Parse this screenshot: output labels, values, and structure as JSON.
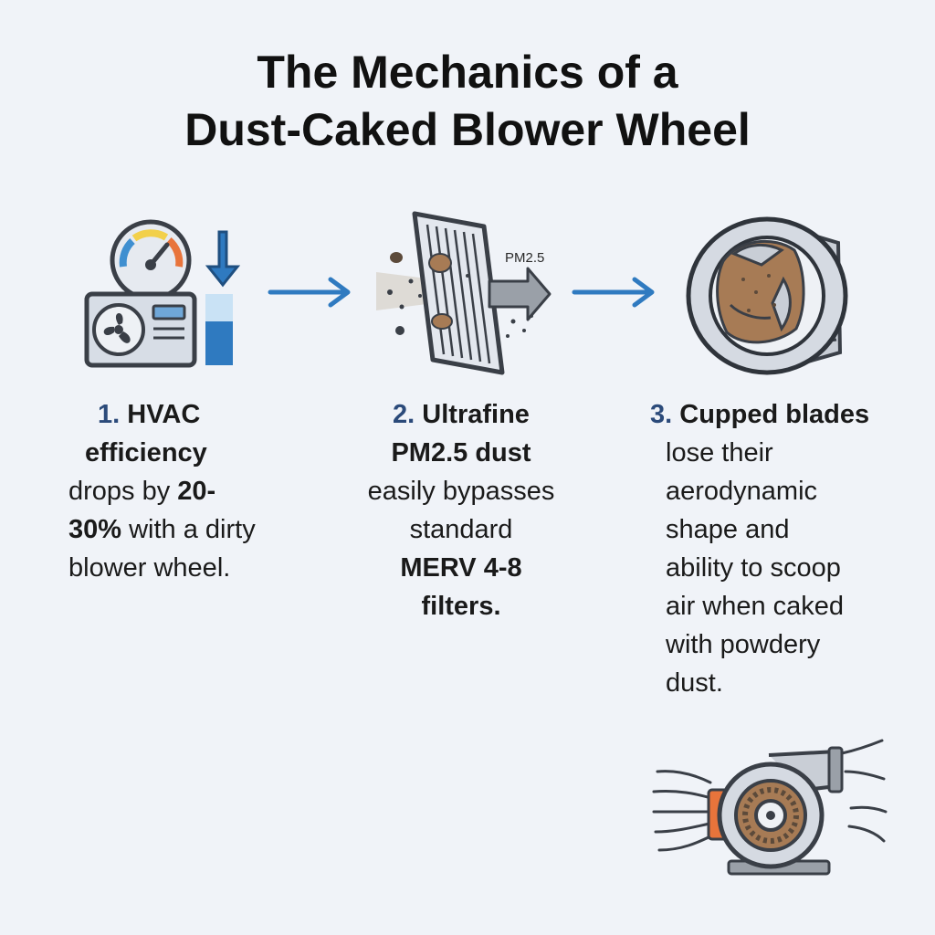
{
  "title": {
    "line1": "The Mechanics of a",
    "line2": "Dust-Caked Blower Wheel"
  },
  "steps": [
    {
      "number": "1.",
      "icon": "hvac-efficiency-icon",
      "lines": [
        {
          "a": "",
          "b": "HVAC",
          "c": ""
        },
        {
          "a": "",
          "b": "efficiency",
          "c": ""
        },
        {
          "a": "drops by ",
          "b": "20-",
          "c": ""
        },
        {
          "a": "",
          "b": "30%",
          "c": " with a dirty"
        },
        {
          "a": "blower wheel.",
          "b": "",
          "c": ""
        }
      ]
    },
    {
      "number": "2.",
      "icon": "dust-filter-icon",
      "icon_label": "PM2.5",
      "lines": [
        {
          "a": "",
          "b": "Ultrafine",
          "c": ""
        },
        {
          "a": "",
          "b": "PM2.5 dust",
          "c": ""
        },
        {
          "a": "easily bypasses",
          "b": "",
          "c": ""
        },
        {
          "a": "standard",
          "b": "",
          "c": ""
        },
        {
          "a": "",
          "b": "MERV 4-8",
          "c": ""
        },
        {
          "a": "",
          "b": "filters.",
          "c": ""
        }
      ]
    },
    {
      "number": "3.",
      "icon": "caked-blower-wheel-icon",
      "lines": [
        {
          "a": "",
          "b": "Cupped blades",
          "c": ""
        },
        {
          "a": "lose their",
          "b": "",
          "c": ""
        },
        {
          "a": "aerodynamic",
          "b": "",
          "c": ""
        },
        {
          "a": "shape and",
          "b": "",
          "c": ""
        },
        {
          "a": "ability to scoop",
          "b": "",
          "c": ""
        },
        {
          "a": "air when caked",
          "b": "",
          "c": ""
        },
        {
          "a": "with powdery",
          "b": "",
          "c": ""
        },
        {
          "a": "dust.",
          "b": "",
          "c": ""
        }
      ]
    }
  ],
  "colors": {
    "background": "#f0f3f8",
    "accent_blue": "#2f7ac0",
    "number_blue": "#2b4a7a",
    "dust_brown": "#a77b55",
    "orange": "#e8743b"
  }
}
